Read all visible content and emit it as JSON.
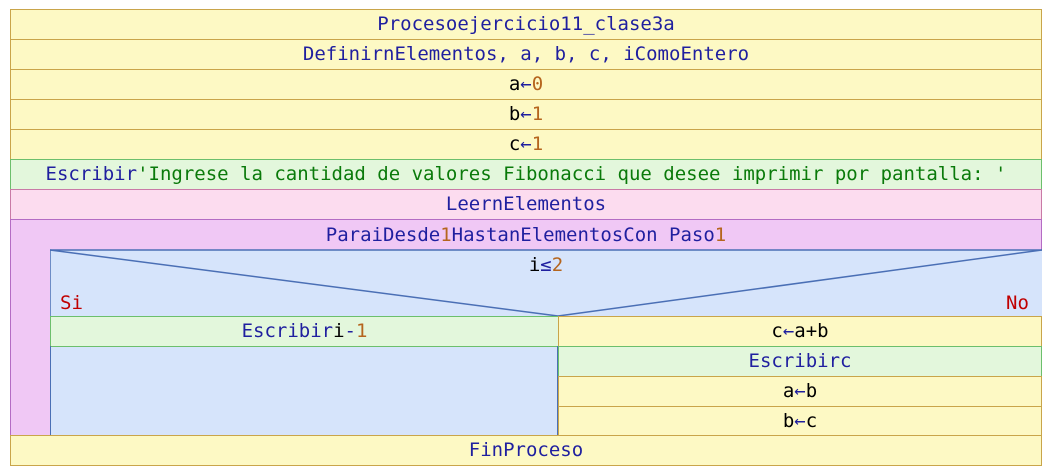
{
  "header": {
    "keyword": "Proceso",
    "name": "ejercicio11_clase3a"
  },
  "define": {
    "keyword": "Definir",
    "vars": "nElementos, a, b, c, i",
    "as": "Como",
    "type": "Entero"
  },
  "assign_a": {
    "var": "a",
    "arrow": "←",
    "value": "0"
  },
  "assign_b": {
    "var": "b",
    "arrow": "←",
    "value": "1"
  },
  "assign_c": {
    "var": "c",
    "arrow": "←",
    "value": "1"
  },
  "write_prompt": {
    "keyword": "Escribir",
    "text": "'Ingrese la cantidad de valores Fibonacci que desee imprimir por pantalla: '"
  },
  "read": {
    "keyword": "Leer",
    "var": "nElementos"
  },
  "loop": {
    "kw_para": "Para",
    "var": "i",
    "kw_desde": "Desde",
    "start": "1",
    "kw_hasta": "Hasta",
    "end": "nElementos",
    "kw_paso": "Con Paso",
    "step": "1"
  },
  "condition": {
    "var": "i",
    "op": "≤",
    "value": "2"
  },
  "branch_labels": {
    "yes": "Si",
    "no": "No"
  },
  "yes_branch": {
    "keyword": "Escribir",
    "expr_var": "i",
    "expr_op": "-",
    "expr_num": "1"
  },
  "no_branch": {
    "assign_c": {
      "var": "c",
      "arrow": "←",
      "expr": "a+b"
    },
    "write": {
      "keyword": "Escribir",
      "var": "c"
    },
    "assign_a": {
      "var": "a",
      "arrow": "←",
      "value": "b"
    },
    "assign_b": {
      "var": "b",
      "arrow": "←",
      "value": "c"
    }
  },
  "footer": {
    "keyword": "FinProceso"
  }
}
